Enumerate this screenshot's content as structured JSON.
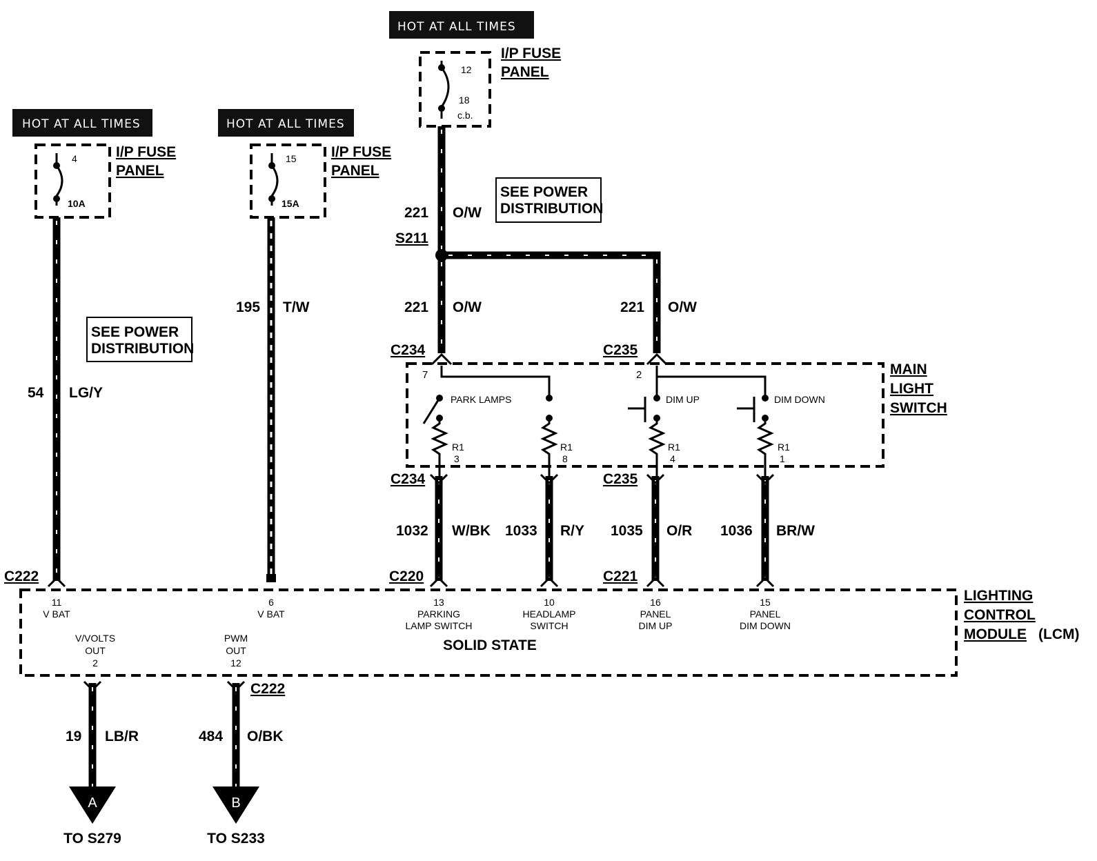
{
  "hot_labels": [
    "HOT AT ALL TIMES",
    "HOT AT ALL TIMES",
    "HOT AT ALL TIMES"
  ],
  "fuse_panels": [
    {
      "title_line1": "I/P FUSE",
      "title_line2": "PANEL",
      "fuse": "4",
      "rating": "10A"
    },
    {
      "title_line1": "I/P FUSE",
      "title_line2": "PANEL",
      "fuse": "15",
      "rating": "15A"
    },
    {
      "title_line1": "I/P FUSE",
      "title_line2": "PANEL",
      "fuse": "12",
      "rating": "18",
      "rating_sub": "c.b."
    }
  ],
  "see_power": {
    "line1": "SEE POWER",
    "line2": "DISTRIBUTION"
  },
  "wires": {
    "w54": {
      "circuit": "54",
      "color": "LG/Y"
    },
    "w195": {
      "circuit": "195",
      "color": "T/W"
    },
    "w221_top": {
      "circuit": "221",
      "color": "O/W"
    },
    "w221_a": {
      "circuit": "221",
      "color": "O/W"
    },
    "w221_b": {
      "circuit": "221",
      "color": "O/W"
    },
    "w1032": {
      "circuit": "1032",
      "color": "W/BK"
    },
    "w1033": {
      "circuit": "1033",
      "color": "R/Y"
    },
    "w1035": {
      "circuit": "1035",
      "color": "O/R"
    },
    "w1036": {
      "circuit": "1036",
      "color": "BR/W"
    },
    "w19": {
      "circuit": "19",
      "color": "LB/R"
    },
    "w484": {
      "circuit": "484",
      "color": "O/BK"
    }
  },
  "splice": "S211",
  "connectors": {
    "c234_top": "C234",
    "c235_top": "C235",
    "c234_bot": "C234",
    "c235_bot": "C235",
    "c222_top": "C222",
    "c220": "C220",
    "c221": "C221",
    "c222_bot": "C222"
  },
  "main_light_switch": {
    "title": [
      "MAIN",
      "LIGHT",
      "SWITCH"
    ],
    "pin7": "7",
    "pin2": "2",
    "park_lamps": "PARK LAMPS",
    "dim_up": "DIM UP",
    "dim_down": "DIM DOWN",
    "resistors": [
      {
        "name": "R1",
        "pin": "3"
      },
      {
        "name": "R1",
        "pin": "8"
      },
      {
        "name": "R1",
        "pin": "4"
      },
      {
        "name": "R1",
        "pin": "1"
      }
    ]
  },
  "lcm": {
    "title": [
      "LIGHTING",
      "CONTROL",
      "MODULE"
    ],
    "title_suffix": "(LCM)",
    "solid_state": "SOLID STATE",
    "pins": [
      {
        "num": "11",
        "line1": "V BAT",
        "line2": ""
      },
      {
        "num": "6",
        "line1": "V BAT",
        "line2": ""
      },
      {
        "num": "13",
        "line1": "PARKING",
        "line2": "LAMP SWITCH"
      },
      {
        "num": "10",
        "line1": "HEADLAMP",
        "line2": "SWITCH"
      },
      {
        "num": "16",
        "line1": "PANEL",
        "line2": "DIM UP"
      },
      {
        "num": "15",
        "line1": "PANEL",
        "line2": "DIM DOWN"
      }
    ],
    "out_pins": [
      {
        "line1": "V/VOLTS",
        "line2": "OUT",
        "num": "2"
      },
      {
        "line1": "PWM",
        "line2": "OUT",
        "num": "12"
      }
    ]
  },
  "arrows": [
    {
      "letter": "A",
      "dest": "TO S279"
    },
    {
      "letter": "B",
      "dest": "TO S233"
    }
  ]
}
